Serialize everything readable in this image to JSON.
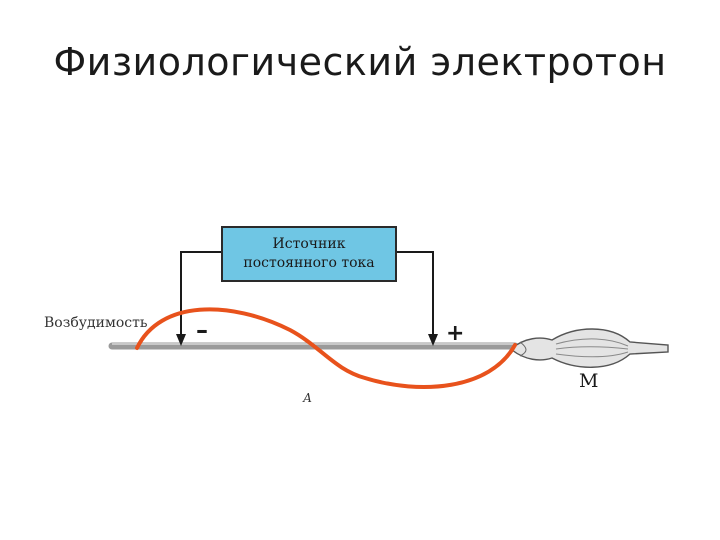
{
  "title": "Физиологический электротон",
  "source_box": {
    "line1": "Источник",
    "line2": "постоянного тока",
    "fill": "#6fc6e4",
    "stroke": "#2a2a2a"
  },
  "labels": {
    "excitability": "Возбудимость",
    "minus": "–",
    "plus": "+",
    "point_a": "А",
    "muscle": "М"
  },
  "colors": {
    "curve": "#e8521c",
    "nerve": "#9a9a9a",
    "wire": "#1a1a1a"
  }
}
